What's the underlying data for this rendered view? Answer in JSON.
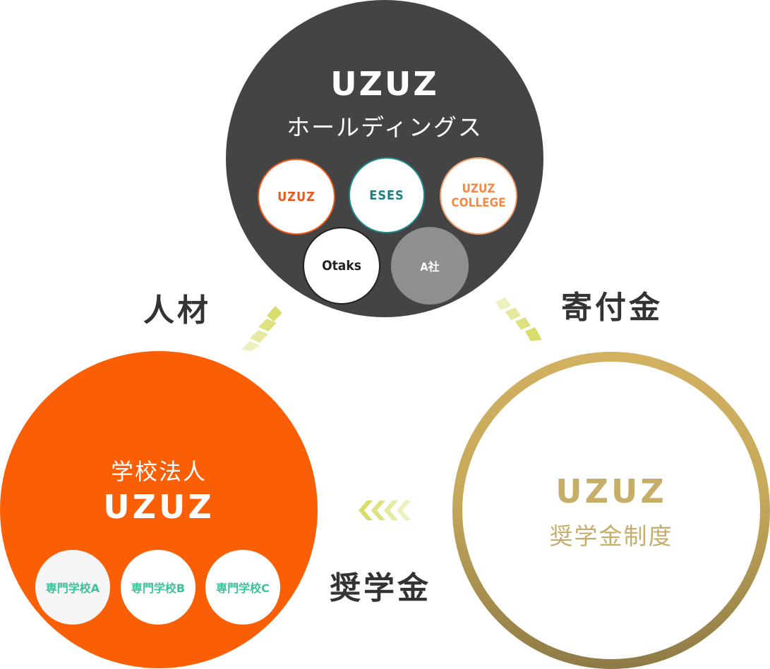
{
  "holdings": {
    "title": "UZUZ",
    "subtitle": "ホールディングス",
    "companies": [
      "UZUZ",
      "ESES",
      "UZUZ",
      "COLLEGE",
      "Otaks",
      "A社"
    ]
  },
  "school_corp": {
    "title": "学校法人",
    "name": "UZUZ",
    "schools": [
      "専門学校A",
      "専門学校B",
      "専門学校C"
    ]
  },
  "scholarship": {
    "title": "UZUZ",
    "subtitle": "奨学金制度"
  },
  "flows": {
    "talent": "人材",
    "donation": "寄付金",
    "scholarship": "奨学金"
  },
  "colors": {
    "holdings_bg": "#444444",
    "school_bg": "#fa5f06",
    "scholar_ring": "#c9aa5c",
    "arrow": "#d8dc6a"
  },
  "icons": [
    "chevron-arrow-icon"
  ]
}
